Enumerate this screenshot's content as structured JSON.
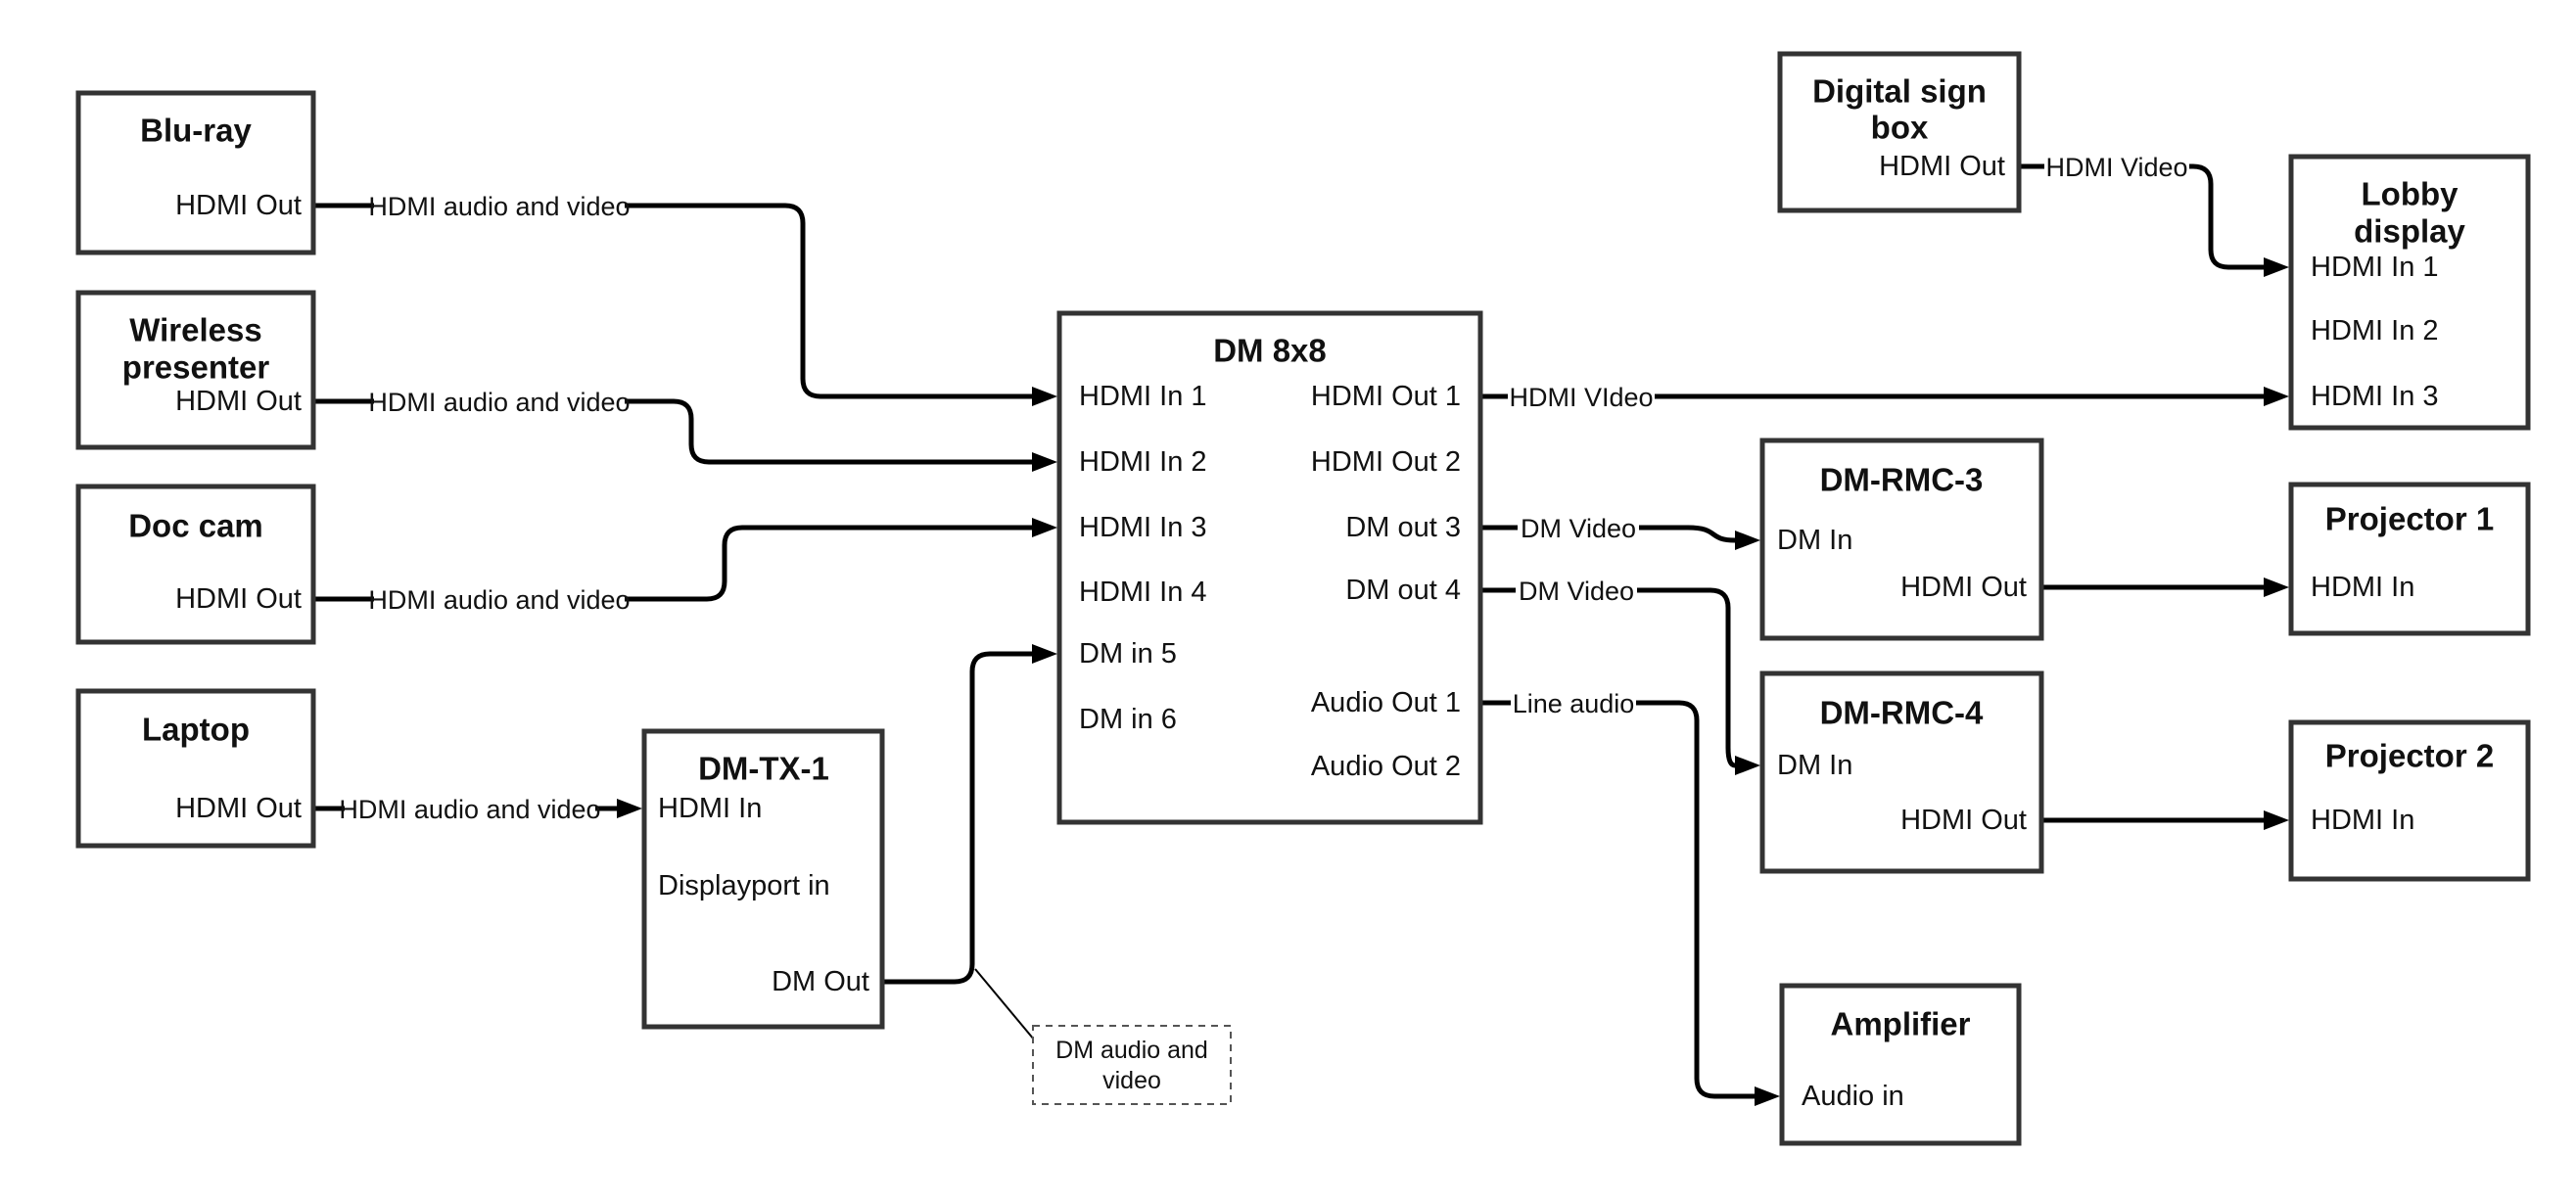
{
  "diagram": {
    "colors": {
      "background": "#ffffff",
      "box_border": "#333333",
      "connector": "#000000",
      "text": "#111111"
    },
    "nodes": {
      "blu_ray": {
        "title": "Blu-ray",
        "port_hdmi_out": "HDMI Out"
      },
      "wireless_presenter": {
        "title_line1": "Wireless",
        "title_line2": "presenter",
        "port_hdmi_out": "HDMI Out"
      },
      "doc_cam": {
        "title": "Doc cam",
        "port_hdmi_out": "HDMI Out"
      },
      "laptop": {
        "title": "Laptop",
        "port_hdmi_out": "HDMI Out"
      },
      "dm_tx_1": {
        "title": "DM-TX-1",
        "port_hdmi_in": "HDMI In",
        "port_displayport_in": "Displayport in",
        "port_dm_out": "DM Out"
      },
      "dm_8x8": {
        "title": "DM 8x8",
        "inputs": [
          "HDMI In 1",
          "HDMI In 2",
          "HDMI In 3",
          "HDMI In 4",
          "DM in 5",
          "DM in 6"
        ],
        "outputs": [
          "HDMI Out 1",
          "HDMI Out 2",
          "DM out 3",
          "DM out 4",
          "Audio Out 1",
          "Audio Out 2"
        ]
      },
      "digital_sign_box": {
        "title_line1": "Digital sign",
        "title_line2": "box",
        "port_hdmi_out": "HDMI Out"
      },
      "lobby_display": {
        "title_line1": "Lobby",
        "title_line2": "display",
        "ports": [
          "HDMI In 1",
          "HDMI In 2",
          "HDMI In 3"
        ]
      },
      "dm_rmc_3": {
        "title": "DM-RMC-3",
        "port_dm_in": "DM In",
        "port_hdmi_out": "HDMI Out"
      },
      "projector_1": {
        "title": "Projector 1",
        "port_hdmi_in": "HDMI In"
      },
      "dm_rmc_4": {
        "title": "DM-RMC-4",
        "port_dm_in": "DM In",
        "port_hdmi_out": "HDMI Out"
      },
      "projector_2": {
        "title": "Projector 2",
        "port_hdmi_in": "HDMI In"
      },
      "amplifier": {
        "title": "Amplifier",
        "port_audio_in": "Audio in"
      }
    },
    "edge_labels": {
      "hdmi_audio_video": "HDMI audio and video",
      "hdmi_video_caps": "HDMI VIdeo",
      "dm_video": "DM Video",
      "line_audio": "Line audio",
      "hdmi_video": "HDMI Video"
    },
    "note": {
      "line1": "DM audio and",
      "line2": "video"
    }
  }
}
